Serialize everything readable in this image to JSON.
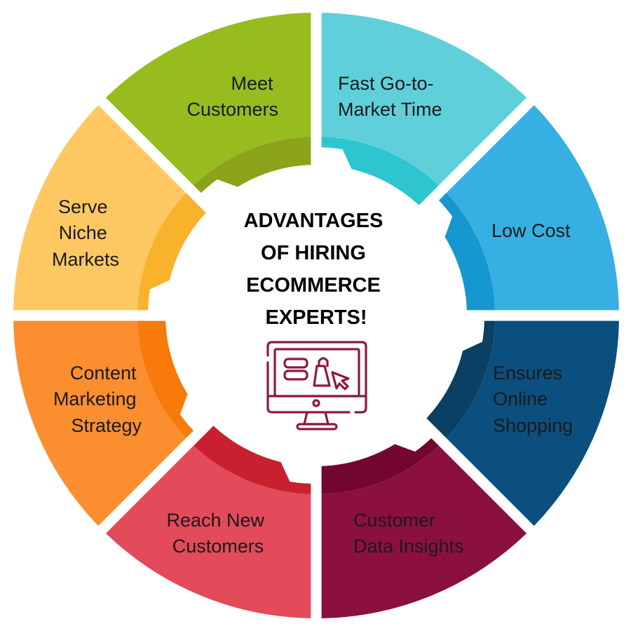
{
  "title": [
    "ADVANTAGES",
    "OF HIRING",
    "ECOMMERCE",
    "EXPERTS!"
  ],
  "center_icon": "ecommerce-monitor-shopping-bag-icon",
  "icon_color": "#8c1a40",
  "segments": [
    {
      "label": [
        "Fast Go-to-",
        "Market Time"
      ],
      "color": "#5fd0da",
      "band": "#2cc5d0"
    },
    {
      "label": [
        "Low Cost"
      ],
      "color": "#36afe2",
      "band": "#1597cf"
    },
    {
      "label": [
        "Ensures",
        "Online",
        "Shopping"
      ],
      "color": "#0b4f7e",
      "band": "#0b3f63"
    },
    {
      "label": [
        "Customer",
        "Data Insights"
      ],
      "color": "#8b1040",
      "band": "#73062e"
    },
    {
      "label": [
        "Reach New",
        "Customers"
      ],
      "color": "#e34a5a",
      "band": "#c9202f"
    },
    {
      "label": [
        "Content",
        "Marketing",
        "Strategy"
      ],
      "color": "#fb8e2e",
      "band": "#f77a0b"
    },
    {
      "label": [
        "Serve",
        "Niche",
        "Markets"
      ],
      "color": "#fdc862",
      "band": "#f9b22c"
    },
    {
      "label": [
        "Meet",
        "Customers"
      ],
      "color": "#96bc1d",
      "band": "#8ba21b"
    }
  ]
}
